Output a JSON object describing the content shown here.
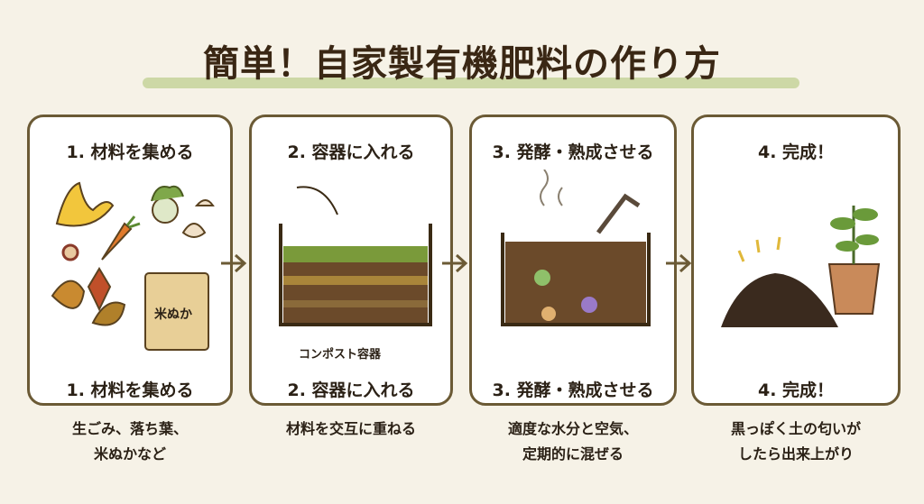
{
  "title": "簡単！自家製有機肥料の作り方",
  "colors": {
    "background": "#f6f2e7",
    "border": "#6b5a35",
    "highlight": "#c5d39a",
    "text": "#2b2116"
  },
  "steps": [
    {
      "heading": "1. 材料を集める",
      "footer": "1. 材料を集める",
      "desc_lines": [
        "生ごみ、落ち葉、",
        "米ぬかなど"
      ],
      "bag_label": "米ぬか"
    },
    {
      "heading": "2. 容器に入れる",
      "footer": "2. 容器に入れる",
      "desc_lines": [
        "材料を交互に重ねる"
      ],
      "container_label": "コンポスト容器"
    },
    {
      "heading": "3. 発酵・熟成させる",
      "footer": "3. 発酵・熟成させる",
      "desc_lines": [
        "適度な水分と空気、",
        "定期的に混ぜる"
      ]
    },
    {
      "heading": "4. 完成！",
      "footer": "4. 完成！",
      "desc_lines": [
        "黒っぽく土の匂いが",
        "したら出来上がり"
      ]
    }
  ]
}
